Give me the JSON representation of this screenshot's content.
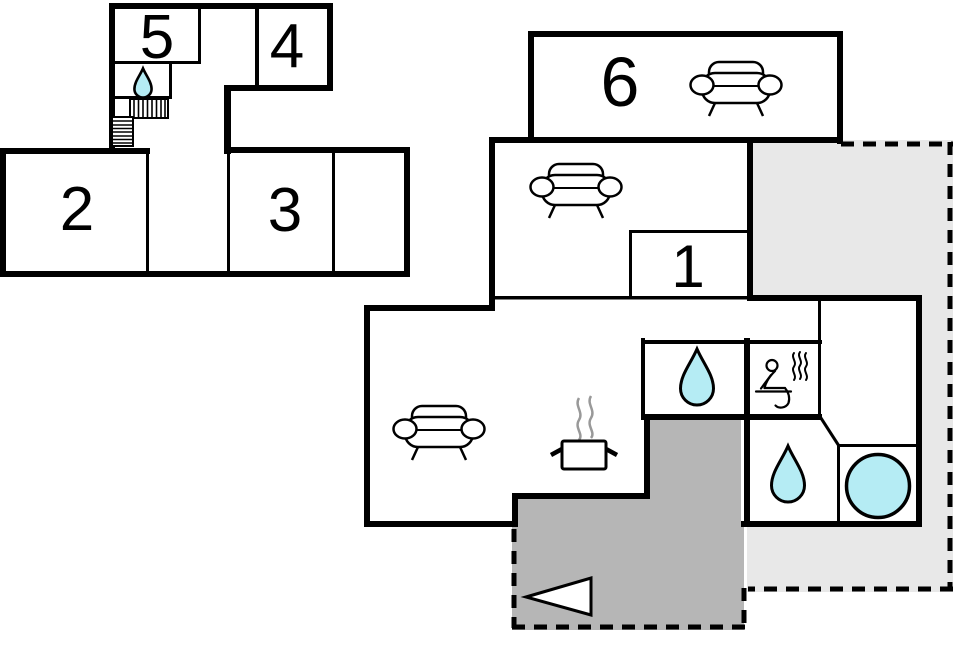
{
  "scene": {
    "kind": "house-floor-plan",
    "floor_count": 2
  },
  "colors": {
    "wall": "#000000",
    "background": "#ffffff",
    "water": "#b5ecf4",
    "terrace_light": "#e8e8e8",
    "terrace_dark": "#b6b6b6",
    "steam_gray": "#999999"
  },
  "upper_floor": {
    "rooms": [
      {
        "label": "5"
      },
      {
        "label": "4"
      },
      {
        "label": "2"
      },
      {
        "label": "3"
      }
    ],
    "icons": [
      {
        "name": "water-drop-icon"
      },
      {
        "name": "stairs-icon"
      }
    ]
  },
  "ground_floor": {
    "rooms": [
      {
        "label": "6"
      },
      {
        "label": "1"
      }
    ],
    "icons": [
      {
        "name": "sofa-icon"
      },
      {
        "name": "sofa-icon"
      },
      {
        "name": "sofa-icon"
      },
      {
        "name": "cooking-pot-icon"
      },
      {
        "name": "water-drop-icon"
      },
      {
        "name": "water-drop-icon"
      },
      {
        "name": "sauna-icon"
      },
      {
        "name": "hot-tub-icon"
      },
      {
        "name": "entrance-arrow-icon"
      }
    ]
  }
}
